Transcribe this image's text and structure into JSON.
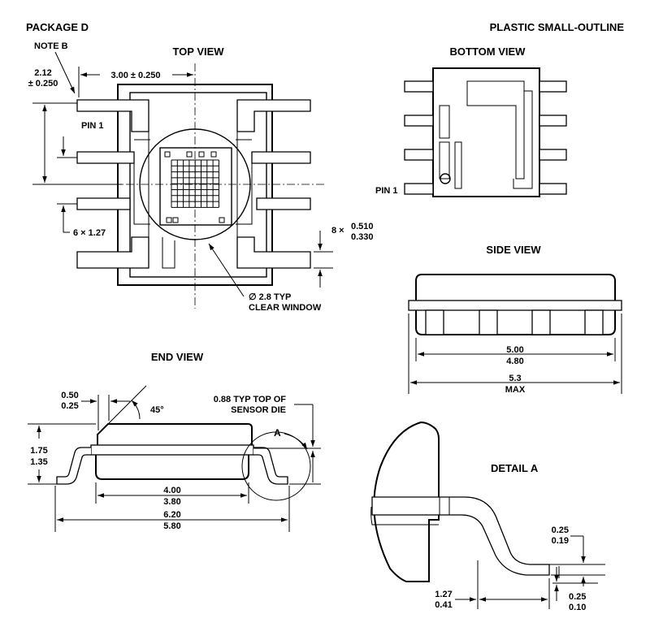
{
  "header": {
    "package_label": "PACKAGE D",
    "package_type": "PLASTIC SMALL-OUTLINE"
  },
  "top_view": {
    "title": "TOP VIEW",
    "note": "NOTE B",
    "dim_a_top": "2.12",
    "dim_a_bottom": "± 0.250",
    "body_width": "3.00 ± 0.250",
    "pin1_label": "PIN 1",
    "pitch": "6 × 1.27",
    "lead_count": "8 ×",
    "lead_width_top": "0.510",
    "lead_width_bottom": "0.330",
    "window_line1": "∅ 2.8 TYP",
    "window_line2": "CLEAR WINDOW"
  },
  "bottom_view": {
    "title": "BOTTOM VIEW",
    "pin1_label": "PIN 1"
  },
  "side_view": {
    "title": "SIDE VIEW",
    "len_top": "5.00",
    "len_bottom": "4.80",
    "max_top": "5.3",
    "max_bottom": "MAX"
  },
  "end_view": {
    "title": "END VIEW",
    "chamfer_top": "0.50",
    "chamfer_bottom": "0.25",
    "angle": "45°",
    "sensor_line1": "0.88 TYP TOP OF",
    "sensor_line2": "SENSOR DIE",
    "detail_ref": "A",
    "height_top": "1.75",
    "height_bottom": "1.35",
    "body_top": "4.00",
    "body_bottom": "3.80",
    "overall_top": "6.20",
    "overall_bottom": "5.80"
  },
  "detail_a": {
    "title": "DETAIL A",
    "lead_thk_top": "0.25",
    "lead_thk_bottom": "0.19",
    "foot_top": "1.27",
    "foot_bottom": "0.41",
    "standoff_top": "0.25",
    "standoff_bottom": "0.10"
  }
}
